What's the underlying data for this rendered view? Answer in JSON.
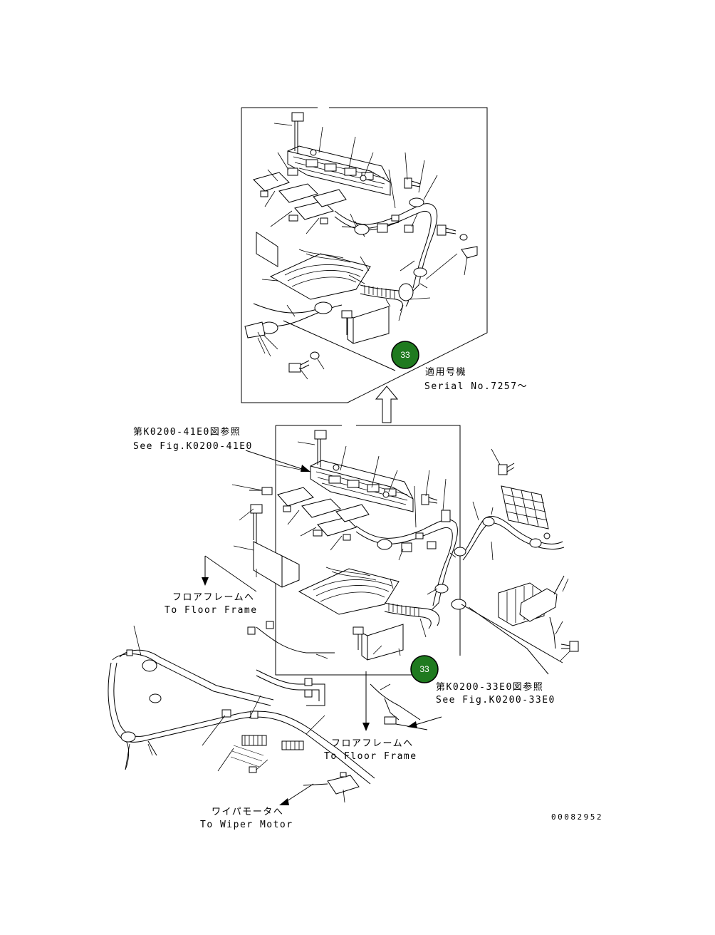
{
  "labels": {
    "serial_jp": "適用号機",
    "serial_en": "Serial No.7257～",
    "see_41_jp": "第K0200-41E0図参照",
    "see_41_en": "See Fig.K0200-41E0",
    "floor1_jp": "フロアフレームへ",
    "floor1_en": "To Floor Frame",
    "see_33_jp": "第K0200-33E0図参照",
    "see_33_en": "See Fig.K0200-33E0",
    "floor2_jp": "フロアフレームへ",
    "floor2_en": "To Floor Frame",
    "wiper_jp": "ワイパモータへ",
    "wiper_en": "To Wiper Motor",
    "drawing_no": "00082952"
  },
  "callouts": [
    {
      "id": "callout-top",
      "number": "33"
    },
    {
      "id": "callout-bottom",
      "number": "33"
    }
  ],
  "colors": {
    "callout_fill": "#1f7a1f",
    "callout_stroke": "#000000",
    "line": "#000000",
    "background": "#ffffff"
  }
}
